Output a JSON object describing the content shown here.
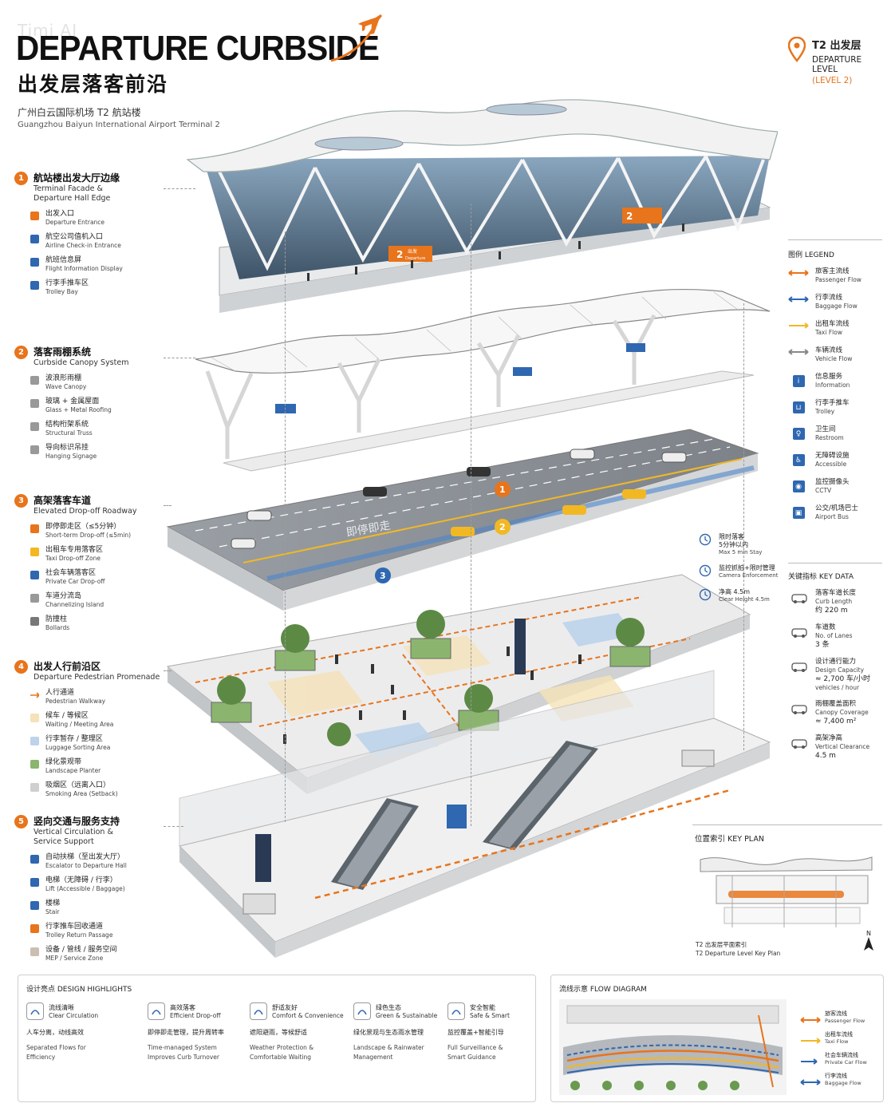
{
  "watermark": "Timi AI",
  "header": {
    "title_en": "DEPARTURE CURBSIDE",
    "title_cn": "出发层落客前沿",
    "subtitle_cn": "广州白云国际机场 T2 航站楼",
    "subtitle_en": "Guangzhou Baiyun International Airport Terminal 2"
  },
  "level": {
    "cn": "T2 出发层",
    "en": "DEPARTURE LEVEL",
    "sub": "(LEVEL 2)"
  },
  "colors": {
    "accent": "#e8741c",
    "blue": "#2f67b0",
    "yellow": "#f2b823",
    "gray": "#888888"
  },
  "sections": [
    {
      "num": "1",
      "cn": "航站楼出发大厅边缘",
      "en": "Terminal Facade &",
      "en2": "Departure Hall Edge",
      "items": [
        {
          "icon": "departure-entrance-icon",
          "cn": "出发入口",
          "en": "Departure Entrance"
        },
        {
          "icon": "check-in-icon",
          "cn": "航空公司值机入口",
          "en": "Airline Check-in Entrance"
        },
        {
          "icon": "flight-info-icon",
          "cn": "航班信息屏",
          "en": "Flight Information Display"
        },
        {
          "icon": "trolley-icon",
          "cn": "行李手推车区",
          "en": "Trolley Bay"
        }
      ]
    },
    {
      "num": "2",
      "cn": "落客雨棚系统",
      "en": "Curbside Canopy System",
      "en2": "",
      "items": [
        {
          "icon": "wave-canopy-icon",
          "cn": "波浪形雨棚",
          "en": "Wave Canopy"
        },
        {
          "icon": "glass-roof-icon",
          "cn": "玻璃 + 金属屋面",
          "en": "Glass + Metal Roofing"
        },
        {
          "icon": "truss-icon",
          "cn": "结构桁架系统",
          "en": "Structural Truss"
        },
        {
          "icon": "signage-icon",
          "cn": "导向标识吊挂",
          "en": "Hanging Signage"
        }
      ]
    },
    {
      "num": "3",
      "cn": "高架落客车道",
      "en": "Elevated Drop-off Roadway",
      "en2": "",
      "items": [
        {
          "icon": "short-term-icon",
          "cn": "即停即走区（≤5分钟）",
          "en": "Short-term Drop-off (≤5min)"
        },
        {
          "icon": "taxi-icon",
          "cn": "出租车专用落客区",
          "en": "Taxi Drop-off Zone"
        },
        {
          "icon": "private-car-icon",
          "cn": "社会车辆落客区",
          "en": "Private Car Drop-off"
        },
        {
          "icon": "island-icon",
          "cn": "车道分流岛",
          "en": "Channelizing Island"
        },
        {
          "icon": "bollard-icon",
          "cn": "防撞柱",
          "en": "Bollards"
        }
      ]
    },
    {
      "num": "4",
      "cn": "出发人行前沿区",
      "en": "Departure Pedestrian Promenade",
      "en2": "",
      "items": [
        {
          "icon": "walkway-icon",
          "cn": "人行通道",
          "en": "Pedestrian Walkway"
        },
        {
          "icon": "waiting-area-icon",
          "cn": "候车 / 等候区",
          "en": "Waiting / Meeting Area"
        },
        {
          "icon": "luggage-area-icon",
          "cn": "行李暂存 / 整理区",
          "en": "Luggage Sorting Area"
        },
        {
          "icon": "planter-icon",
          "cn": "绿化景观带",
          "en": "Landscape Planter"
        },
        {
          "icon": "smoking-area-icon",
          "cn": "吸烟区（远离入口）",
          "en": "Smoking Area (Setback)"
        }
      ]
    },
    {
      "num": "5",
      "cn": "竖向交通与服务支持",
      "en": "Vertical Circulation &",
      "en2": "Service Support",
      "items": [
        {
          "icon": "escalator-icon",
          "cn": "自动扶梯（至出发大厅）",
          "en": "Escalator to Departure Hall"
        },
        {
          "icon": "lift-icon",
          "cn": "电梯（无障碍 / 行李）",
          "en": "Lift (Accessible / Baggage)"
        },
        {
          "icon": "stair-icon",
          "cn": "楼梯",
          "en": "Stair"
        },
        {
          "icon": "trolley-return-icon",
          "cn": "行李推车回收通道",
          "en": "Trolley Return Passage"
        },
        {
          "icon": "mep-icon",
          "cn": "设备 / 管线 / 服务空间",
          "en": "MEP / Service Zone"
        }
      ]
    }
  ],
  "legend": {
    "title": "图例 LEGEND",
    "items": [
      {
        "icon": "passenger-flow-icon",
        "cn": "旅客主流线",
        "en": "Passenger Flow"
      },
      {
        "icon": "baggage-flow-icon",
        "cn": "行李流线",
        "en": "Baggage Flow"
      },
      {
        "icon": "taxi-flow-icon",
        "cn": "出租车流线",
        "en": "Taxi Flow"
      },
      {
        "icon": "vehicle-flow-icon",
        "cn": "车辆流线",
        "en": "Vehicle Flow"
      },
      {
        "icon": "info-icon",
        "cn": "信息服务",
        "en": "Information"
      },
      {
        "icon": "trolley-icon",
        "cn": "行李手推车",
        "en": "Trolley"
      },
      {
        "icon": "restroom-icon",
        "cn": "卫生间",
        "en": "Restroom"
      },
      {
        "icon": "accessible-icon",
        "cn": "无障碍设施",
        "en": "Accessible"
      },
      {
        "icon": "cctv-icon",
        "cn": "监控摄像头",
        "en": "CCTV"
      },
      {
        "icon": "bus-icon",
        "cn": "公交/机场巴士",
        "en": "Airport Bus"
      }
    ]
  },
  "keydata": {
    "title": "关键指标 KEY DATA",
    "items": [
      {
        "icon": "curb-length-icon",
        "cn": "落客车道长度",
        "en": "Curb Length",
        "value": "约 220 m",
        "value2": ""
      },
      {
        "icon": "lanes-icon",
        "cn": "车道数",
        "en": "No. of Lanes",
        "value": "3 条",
        "value2": ""
      },
      {
        "icon": "capacity-icon",
        "cn": "设计通行能力",
        "en": "Design Capacity",
        "value": "≈ 2,700 车/小时",
        "value2": "vehicles / hour"
      },
      {
        "icon": "canopy-coverage-icon",
        "cn": "雨棚覆盖面积",
        "en": "Canopy Coverage",
        "value": "≈ 7,400 m²",
        "value2": ""
      },
      {
        "icon": "clearance-icon",
        "cn": "高架净高",
        "en": "Vertical Clearance",
        "value": "4.5 m",
        "value2": ""
      }
    ]
  },
  "callouts": [
    {
      "icon": "timer-icon",
      "cn": "限时落客",
      "cn2": "5分钟以内",
      "en": "Max 5 min Stay"
    },
    {
      "icon": "camera-icon",
      "cn": "监控抓拍+限时管理",
      "cn2": "",
      "en": "Camera Enforcement"
    },
    {
      "icon": "height-icon",
      "cn": "净高 4.5m",
      "cn2": "",
      "en": "Clear Height 4.5m"
    }
  ],
  "keyplan": {
    "title": "位置索引 KEY PLAN",
    "cap_cn": "T2 出发层平面索引",
    "cap_en": "T2 Departure Level Key Plan",
    "north": "N"
  },
  "illustration": {
    "signs": [
      "2",
      "出发",
      "Departure",
      "即停即走",
      "2"
    ],
    "markers": [
      "1",
      "2",
      "3"
    ],
    "road_text": "即停即走"
  },
  "highlights": {
    "title": "设计亮点 DESIGN HIGHLIGHTS",
    "items": [
      {
        "icon": "circulation-icon",
        "cn": "流线清晰",
        "en": "Clear Circulation",
        "sub": "人车分离，动线高效",
        "d1": "Separated Flows for",
        "d2": "Efficiency"
      },
      {
        "icon": "dropoff-icon",
        "cn": "高效落客",
        "en": "Efficient Drop-off",
        "sub": "即停即走管理，提升周转率",
        "d1": "Time-managed System",
        "d2": "Improves Curb Turnover"
      },
      {
        "icon": "comfort-icon",
        "cn": "舒适友好",
        "en": "Comfort & Convenience",
        "sub": "遮阳避雨，等候舒适",
        "d1": "Weather Protection &",
        "d2": "Comfortable Waiting"
      },
      {
        "icon": "leaf-icon",
        "cn": "绿色生态",
        "en": "Green & Sustainable",
        "sub": "绿化景观与生态雨水管理",
        "d1": "Landscape & Rainwater",
        "d2": "Management"
      },
      {
        "icon": "shield-icon",
        "cn": "安全智能",
        "en": "Safe & Smart",
        "sub": "监控覆盖+智能引导",
        "d1": "Full Surveillance &",
        "d2": "Smart Guidance"
      }
    ]
  },
  "flow": {
    "title": "流线示意 FLOW DIAGRAM",
    "items": [
      {
        "icon": "passenger-flow-icon",
        "cn": "旅客流线",
        "en": "Passenger Flow"
      },
      {
        "icon": "taxi-flow-icon",
        "cn": "出租车流线",
        "en": "Taxi Flow"
      },
      {
        "icon": "private-car-flow-icon",
        "cn": "社会车辆流线",
        "en": "Private Car Flow"
      },
      {
        "icon": "baggage-flow-icon",
        "cn": "行李流线",
        "en": "Baggage Flow"
      }
    ]
  }
}
